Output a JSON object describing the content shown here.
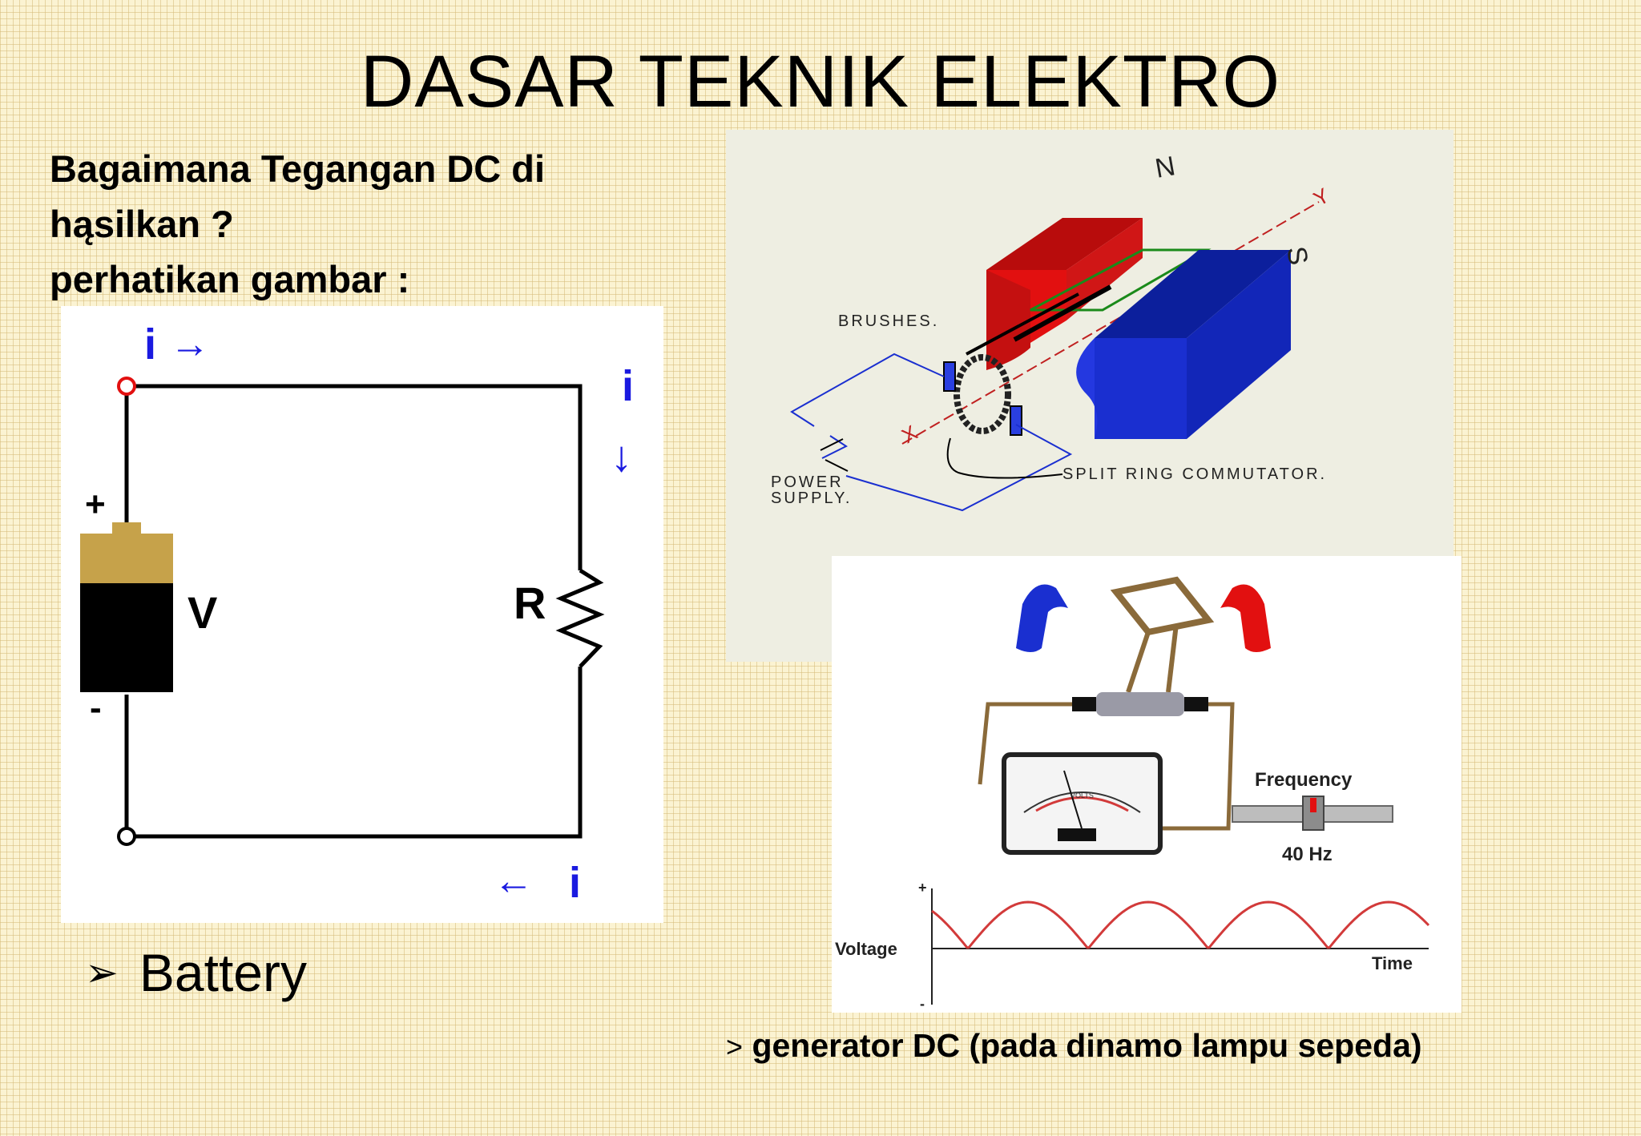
{
  "slide": {
    "title": "DASAR TEKNIK ELEKTRO",
    "question_lines": [
      "Bagaimana Tegangan DC di",
      "hąsilkan  ?",
      "perhatikan gambar :"
    ],
    "bullet_text": "Battery",
    "caption_marker": ">",
    "caption_text": "generator DC (pada dinamo lampu sepeda)"
  },
  "circuit": {
    "current_symbol": "i",
    "plus_sign": "+",
    "minus_sign": "-",
    "battery_label": "V",
    "resistor_label": "R",
    "arrow_right": "→",
    "arrow_down": "↓",
    "arrow_left": "←"
  },
  "motor_diagram": {
    "north_label": "N",
    "south_label": "S",
    "brushes_label": "BRUSHES.",
    "commutator_label": "SPLIT  RING  COMMUTATOR.",
    "power_supply_line1": "POWER",
    "power_supply_line2": "SUPPLY.",
    "axis_x": "X",
    "axis_y": "Y"
  },
  "generator": {
    "frequency_label": "Frequency",
    "frequency_value": "40 Hz",
    "voltage_label": "Voltage",
    "time_label": "Time",
    "plus_label": "+",
    "minus_label": "-",
    "meter_label": "VOLTS"
  },
  "colors": {
    "magnet_north": "#e21010",
    "magnet_south": "#1a2fd0",
    "current_blue": "#1a1ae0",
    "battery_gold": "#c6a24a",
    "wave_red": "#d23a3a"
  }
}
